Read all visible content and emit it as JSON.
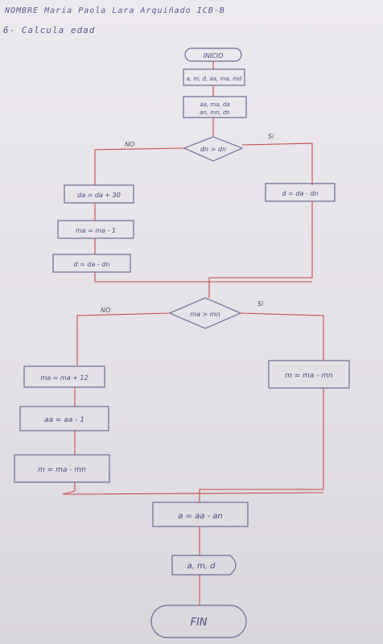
{
  "header": {
    "line1": "NOMBRE Maria Paola Lara Arquiñado ICB-B",
    "line2": "6- Calcula edad"
  },
  "flow": {
    "start": "INICIO",
    "input": [
      "a, m, d, aa, ma, md"
    ],
    "assign_input": [
      "aa, ma, da",
      "an, mn, dn"
    ],
    "decision1": "dn > dn",
    "no1_label": "NO",
    "si1_label": "Si",
    "no1_steps": [
      "da = da + 30",
      "ma = ma - 1",
      "d = da - dn"
    ],
    "si1_step": "d = da - dn",
    "decision2": "ma > mn",
    "no2_label": "NO",
    "si2_label": "Si",
    "no2_steps": [
      "ma = ma + 12",
      "aa = aa - 1",
      "m = ma - mn"
    ],
    "si2_step": "m = ma - mn",
    "calc_year": "a = aa - an",
    "output": "a, m, d",
    "end": "FIN"
  }
}
